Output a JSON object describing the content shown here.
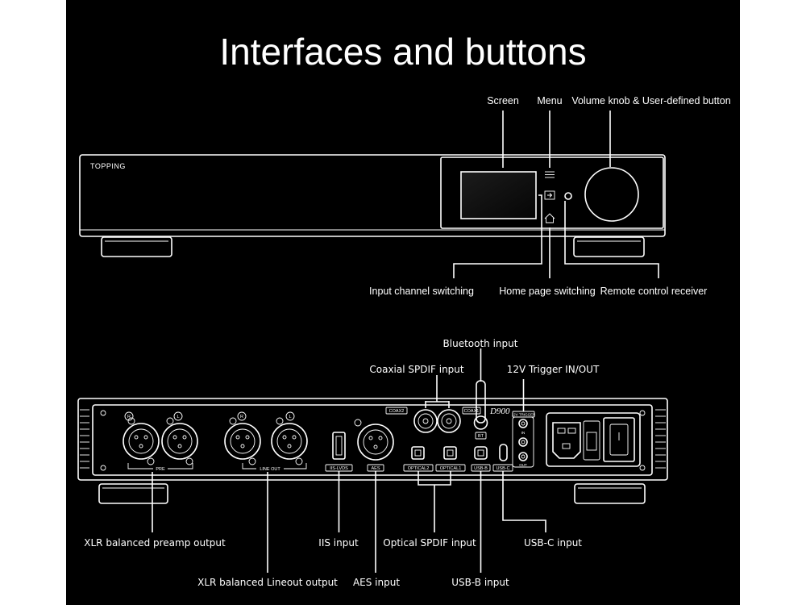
{
  "title": "Interfaces and buttons",
  "front": {
    "brand": "TOPPING",
    "labels": {
      "screen": "Screen",
      "menu": "Menu",
      "volume": "Volume knob & User-defined button",
      "input_switch": "Input channel switching",
      "home": "Home page switching",
      "remote": "Remote control receiver"
    }
  },
  "rear": {
    "model": "D900",
    "panel": {
      "pre": "PRE",
      "line_out": "LINE OUT",
      "iis_lvds": "IIS-LVDS",
      "aes": "AES",
      "coax1": "COAX1",
      "coax2": "COAX2",
      "optical1": "OPTICAL1",
      "optical2": "OPTICAL2",
      "bt": "BT",
      "usb_b": "USB-B",
      "usb_c": "USB-C",
      "trigger": "12V TRIGGER",
      "trig_in": "IN",
      "trig_out": "OUT",
      "r": "R",
      "l": "L"
    },
    "labels": {
      "bluetooth": "Bluetooth input",
      "coaxial": "Coaxial SPDIF input",
      "trigger": "12V Trigger IN/OUT",
      "xlr_pre": "XLR balanced preamp output",
      "xlr_line": "XLR balanced Lineout output",
      "iis": "IIS input",
      "aes": "AES input",
      "optical": "Optical SPDIF input",
      "usb_b": "USB-B input",
      "usb_c": "USB-C input"
    }
  }
}
